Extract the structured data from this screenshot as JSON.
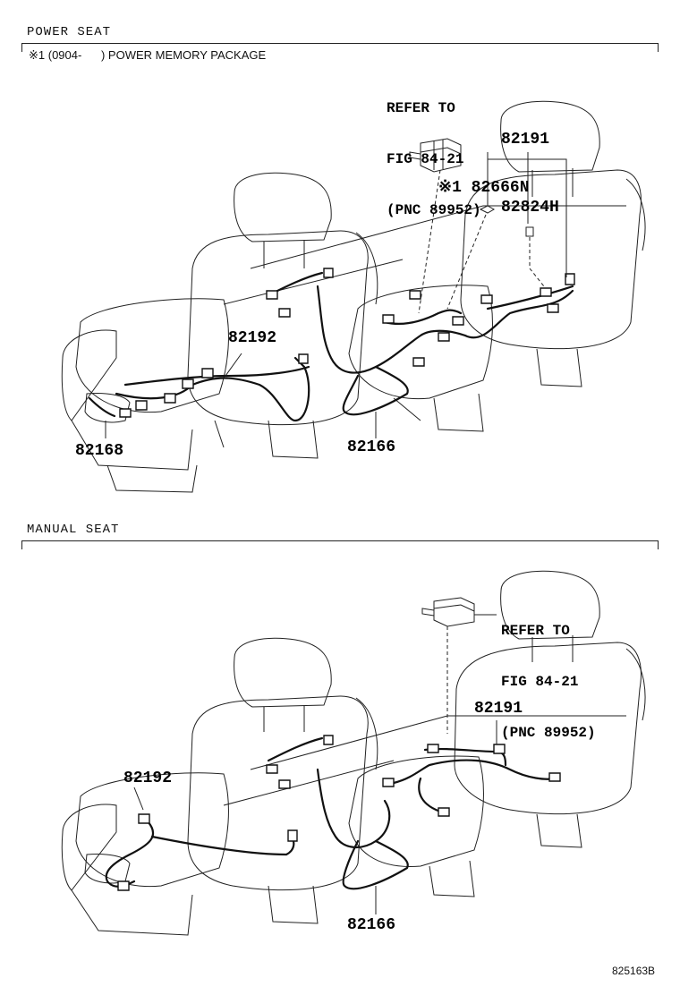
{
  "power_section": {
    "title": "POWER SEAT",
    "note": "※1 (0904-      ) POWER MEMORY PACKAGE",
    "refer": [
      "REFER TO",
      "FIG 84-21",
      "(PNC 89952)"
    ],
    "parts": {
      "p82191": "82191",
      "p82666n": "※1 82666N",
      "p82824h": "82824H",
      "p82192": "82192",
      "p82168": "82168",
      "p82166": "82166"
    }
  },
  "manual_section": {
    "title": "MANUAL SEAT",
    "refer": [
      "REFER TO",
      "FIG 84-21",
      "(PNC 89952)"
    ],
    "parts": {
      "p82191": "82191",
      "p82192": "82192",
      "p82166": "82166"
    }
  },
  "drawing_code": "825163B"
}
